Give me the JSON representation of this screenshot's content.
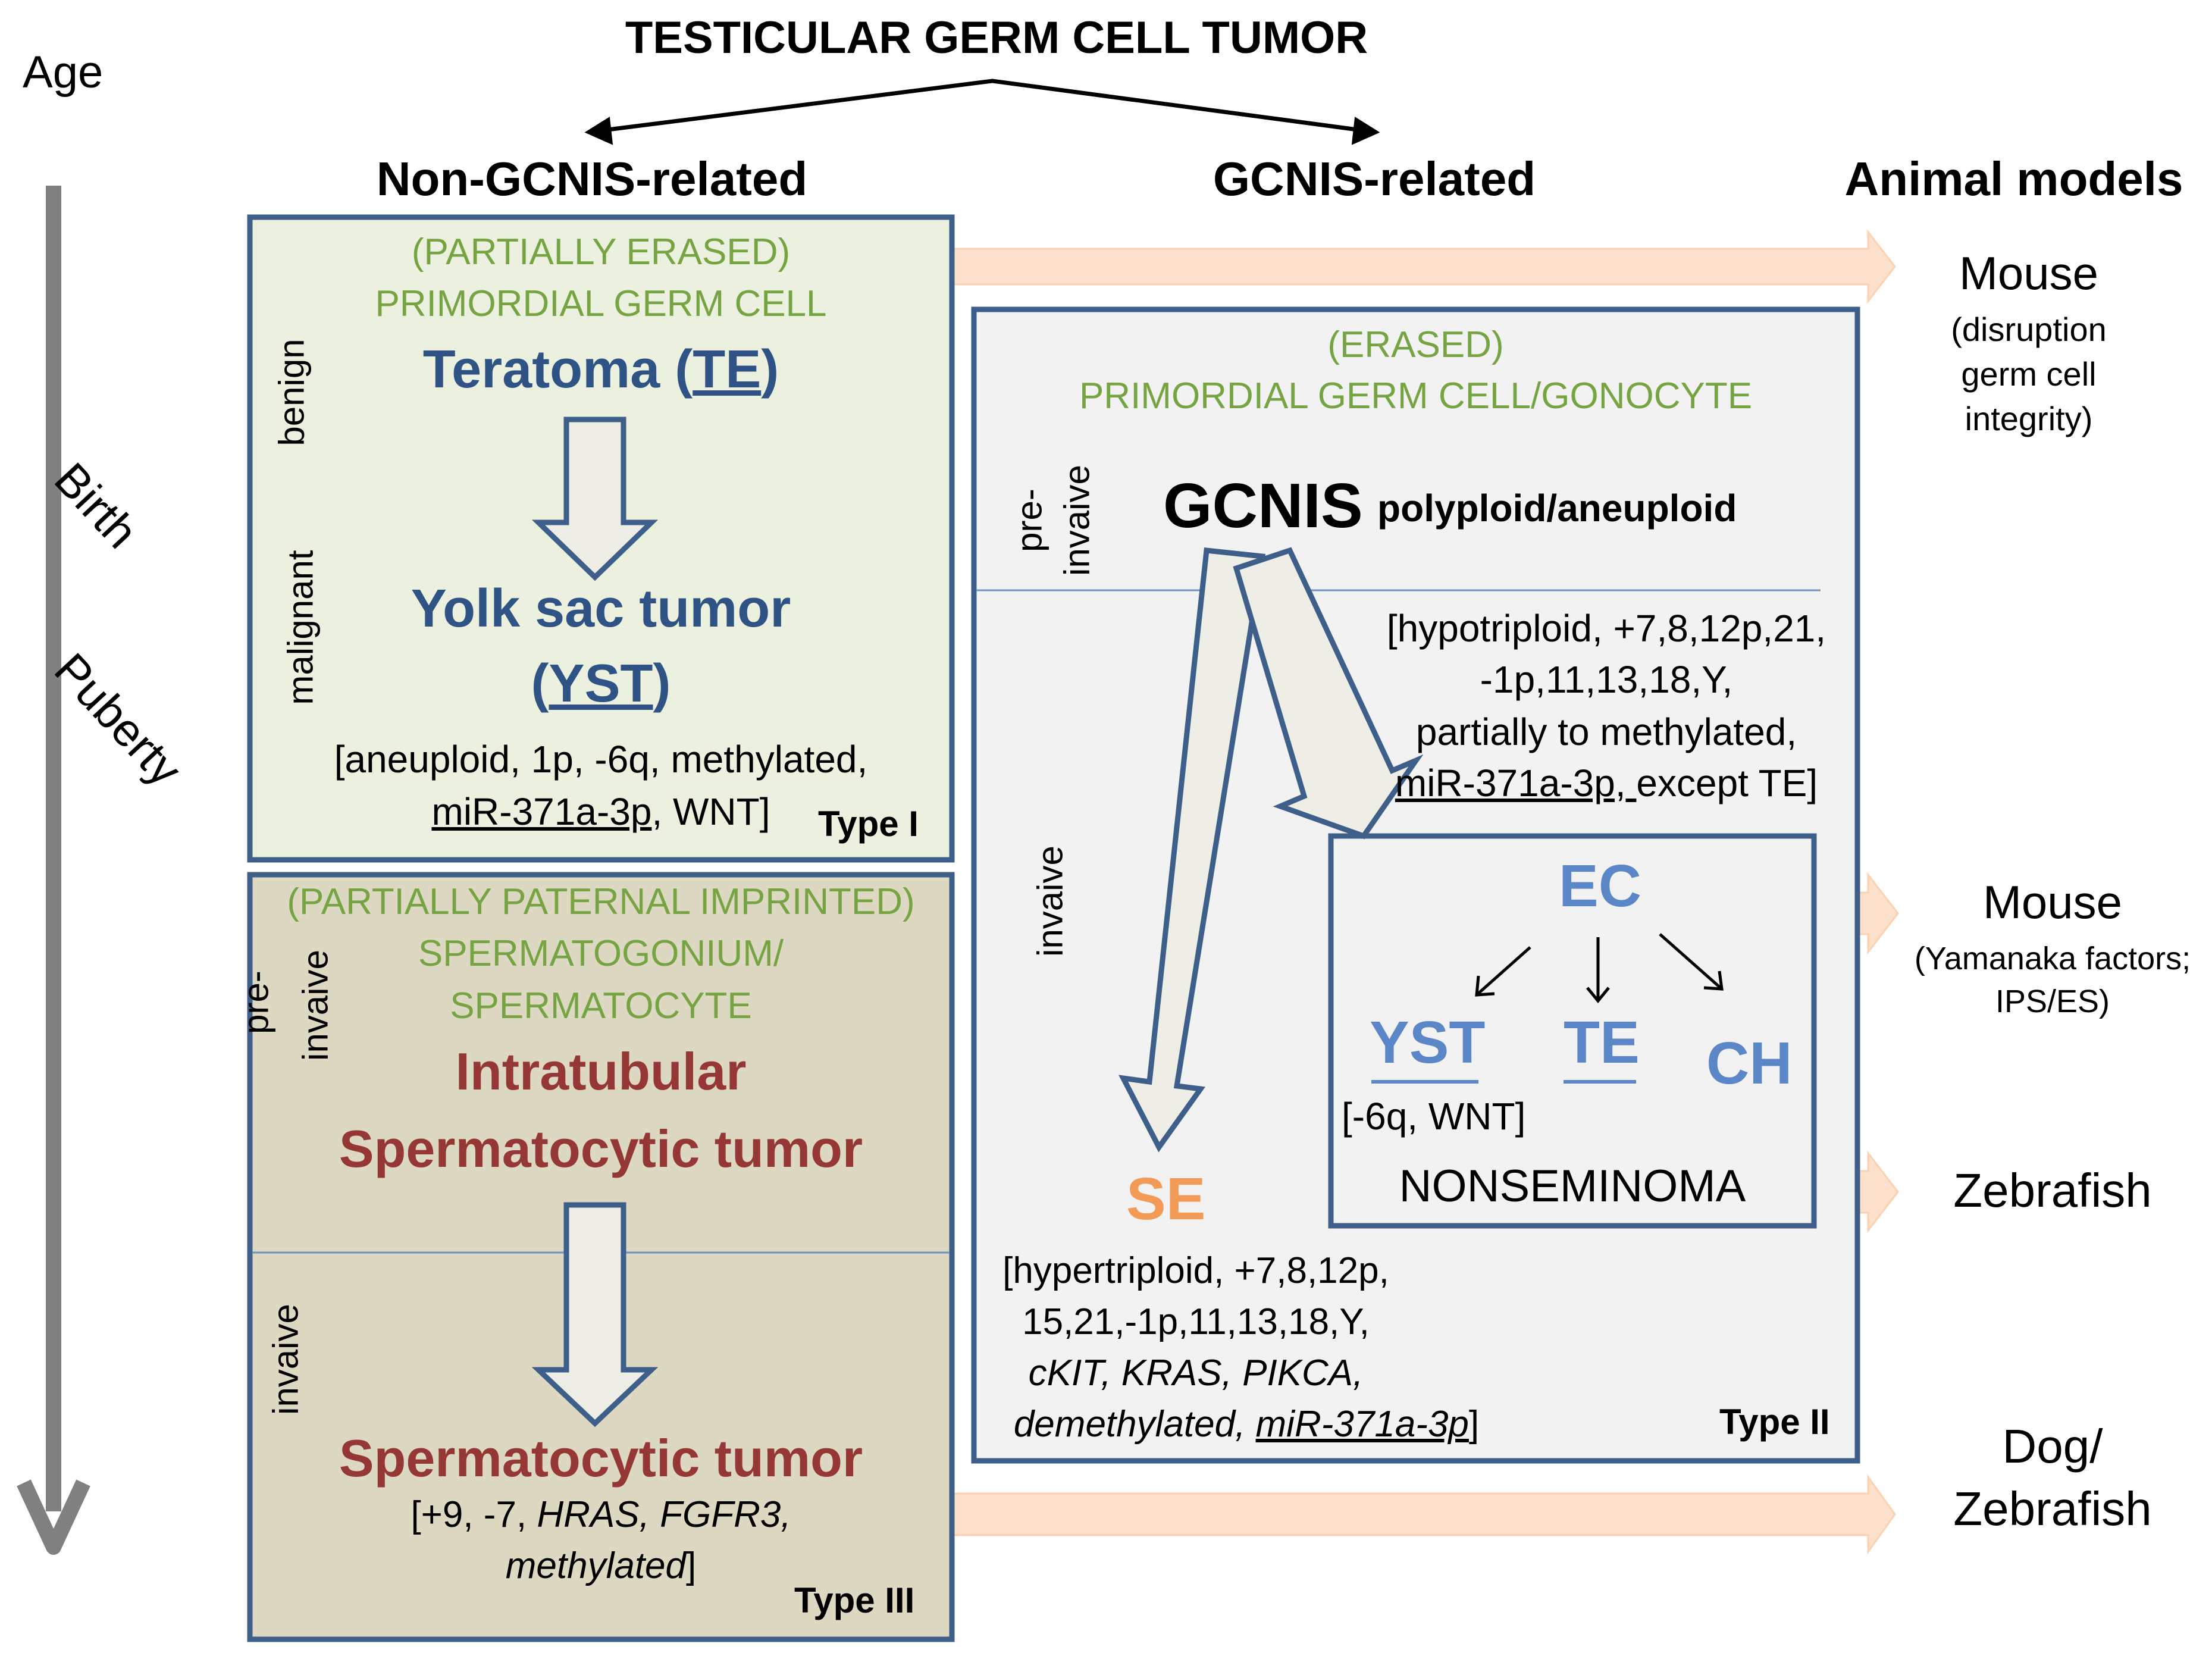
{
  "title": "TESTICULAR GERM CELL TUMOR",
  "age_axis": {
    "label": "Age",
    "birth": "Birth",
    "puberty": "Puberty"
  },
  "headers": {
    "non_gcnis": "Non-GCNIS-related",
    "gcnis": "GCNIS-related",
    "animal_models": "Animal models"
  },
  "type1": {
    "origin_line1": "(PARTIALLY ERASED)",
    "origin_line2": "PRIMORDIAL  GERM CELL",
    "benign": "benign",
    "malignant": "malignant",
    "teratoma_prefix": "Teratoma (",
    "teratoma_abbr": "TE",
    "teratoma_suffix": ")",
    "yolk_sac": "Yolk sac tumor",
    "yst_open": "(",
    "yst_abbr": "YST",
    "yst_close": ")",
    "markers_line1": "[aneuploid, 1p, -6q, methylated,",
    "markers_mir": "miR-371a-3p",
    "markers_line2_rest": ", WNT]",
    "type_label": "Type I"
  },
  "type3": {
    "origin_line1": "(PARTIALLY PATERNAL IMPRINTED)",
    "origin_line2": "SPERMATOGONIUM/",
    "origin_line3": "SPERMATOCYTE",
    "pre_label1": "pre-",
    "pre_label2": "invaive",
    "invaive": "invaive",
    "intratubular": "Intratubular",
    "spermatocytic_pre": "Spermatocytic tumor",
    "spermatocytic": "Spermatocytic tumor",
    "markers_a": "[+9, -7, ",
    "markers_b": "HRAS, FGFR3,",
    "markers_c": "methylated",
    "markers_d": "]",
    "type_label": "Type III"
  },
  "type2": {
    "origin_line1": "(ERASED)",
    "origin_line2": "PRIMORDIAL GERM CELL/GONOCYTE",
    "pre_label1": "pre-",
    "pre_label2": "invaive",
    "invaive": "invaive",
    "gcnis": "GCNIS",
    "ploidy": "polyploid/aneuploid",
    "ns_markers_1": "[hypotriploid, +7,8,12p,21,",
    "ns_markers_2": "-1p,11,13,18,Y,",
    "ns_markers_3": "partially to methylated,",
    "ns_markers_mir": "miR-371a-3p, ",
    "ns_markers_4_rest": "except TE]",
    "se": "SE",
    "se_markers_1": "[hypertriploid, +7,8,12p,",
    "se_markers_2": "15,21,-1p,11,13,18,Y,",
    "se_markers_3": "cKIT, KRAS, PIKCA,",
    "se_markers_4a": "demethylated, ",
    "se_markers_mir": "miR-371a-3p",
    "se_markers_4b": "]",
    "type_label": "Type II"
  },
  "nonseminoma": {
    "ec": "EC",
    "yst": "YST",
    "te": "TE",
    "ch": "CH",
    "yst_markers": "[-6q, WNT]",
    "label": "NONSEMINOMA"
  },
  "animals": {
    "mouse1": "Mouse",
    "mouse1_note1": "(disruption",
    "mouse1_note2": "germ cell",
    "mouse1_note3": "integrity)",
    "mouse2": "Mouse",
    "mouse2_note1": "(Yamanaka factors;",
    "mouse2_note2": "IPS/ES)",
    "zebrafish": "Zebrafish",
    "dog1": "Dog/",
    "dog2": "Zebrafish"
  },
  "colors": {
    "box_border": "#3d5f8a",
    "type1_fill": "#ebf0df",
    "type3_fill": "#ddd8c2",
    "type2_fill": "#f2f2f2",
    "green_text": "#77a443",
    "dark_blue_text": "#2e5384",
    "light_blue_text": "#5b86c7",
    "red_text": "#953735",
    "orange_text": "#f39a56",
    "peach_arrow": "#fde1cc",
    "age_arrow": "#808080"
  }
}
